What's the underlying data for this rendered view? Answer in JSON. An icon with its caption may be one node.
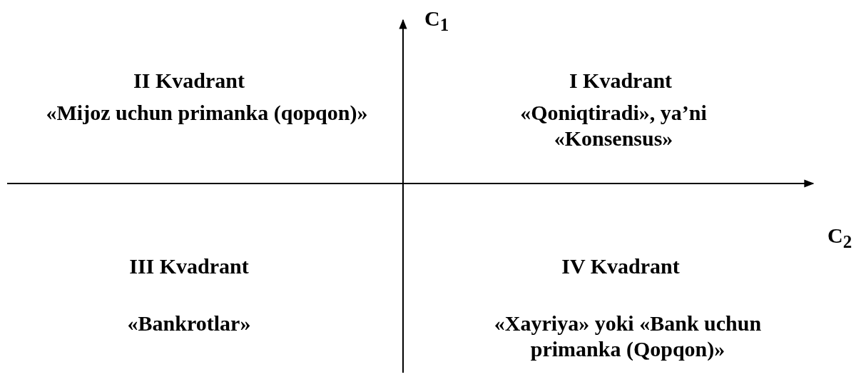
{
  "diagram": {
    "labels": [
      "C$_{1}$",
      "II Kvadrant",
      "I Kvadrant",
      "«Mijoz uchun primanka (qopqon)»",
      "«Qoniqtiradi», ya’ni «Konsensus»",
      "C$_{2}$",
      "III Kvadrant",
      "IV Kvadrant",
      "«Bankrotlar»",
      "«Xayriya» yoki «Bank uchun primanka (Qopqon)»"
    ]
  }
}
